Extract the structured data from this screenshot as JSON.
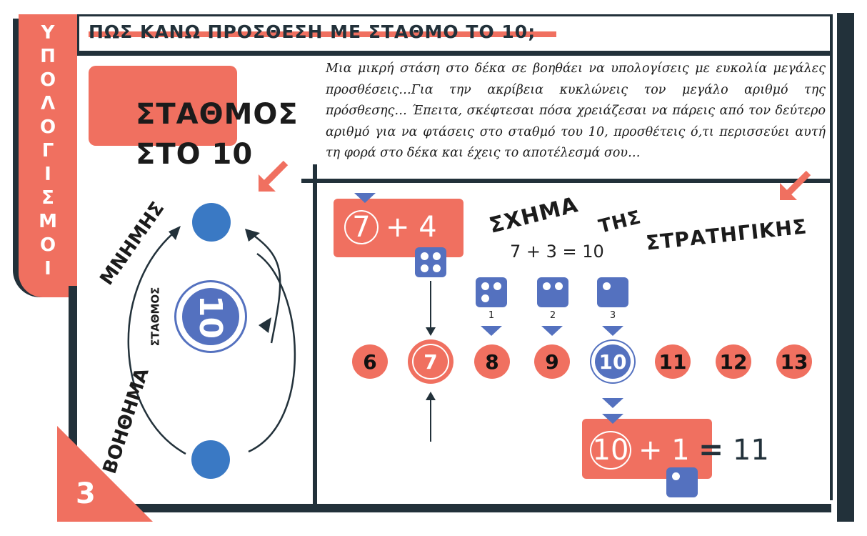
{
  "side_tab": {
    "label": "ΥΠΟΛΟΓΙΣΜΟΙ",
    "letters": [
      "Υ",
      "Π",
      "Ο",
      "Λ",
      "Ο",
      "Γ",
      "Ι",
      "Σ",
      "Μ",
      "Ο",
      "Ι"
    ]
  },
  "header": {
    "title": "ΠΩΣ ΚΑΝΩ ΠΡΟΣΘΕΣΗ ΜΕ ΣΤΑΘΜΟ ΤΟ 10;"
  },
  "station_card": {
    "line1": "ΣΤΑΘΜΟΣ",
    "line2": "ΣΤΟ 10"
  },
  "description": "Μια μικρή στάση στο δέκα σε βοηθάει να υπολογίσεις με ευκολία μεγάλες προσθέσεις…Για την ακρίβεια κυκλώνεις τον μεγάλο αριθμό της πρόσθεσης… Έπειτα, σκέφτεσαι πόσα χρειάζεσαι να πάρεις από τον δεύτερο αριθμό για να φτάσεις στο σταθμό του 10, προσθέτεις ό,τι περισσεύει αυτή τη φορά στο δέκα και έχεις το αποτέλεσμά σου…",
  "memory_diagram": {
    "label_top": "ΜΝΗΜΗΣ",
    "label_bottom": "ΒΟΗΘΗΜΑ",
    "label_station": "ΣΤΑΘΜΟΣ",
    "center_value": "10"
  },
  "strategy": {
    "word1": "ΣΧΗΜΑ",
    "word2": "ΤΗΣ",
    "word3": "ΣΤΡΑΤΗΓΙΚΗΣ",
    "start_expr": {
      "circled": "7",
      "rest": "+ 4",
      "die_pips": 4
    },
    "split_equation": "7 + 3 = 10",
    "steps": [
      {
        "label": "1",
        "die_pips": 3
      },
      {
        "label": "2",
        "die_pips": 2
      },
      {
        "label": "3",
        "die_pips": 1
      }
    ],
    "number_line": [
      "6",
      "7",
      "8",
      "9",
      "10",
      "11",
      "12",
      "13"
    ],
    "highlight_start": "7",
    "highlight_station": "10",
    "result_expr": {
      "circled": "10",
      "rest": "+ 1",
      "equals": "=",
      "result": "11",
      "die_pips": 1
    }
  },
  "page": {
    "number": "3"
  },
  "colors": {
    "coral": "#f07060",
    "dark": "#22313a",
    "blue": "#5471bf",
    "dot_blue": "#3a79c4"
  }
}
